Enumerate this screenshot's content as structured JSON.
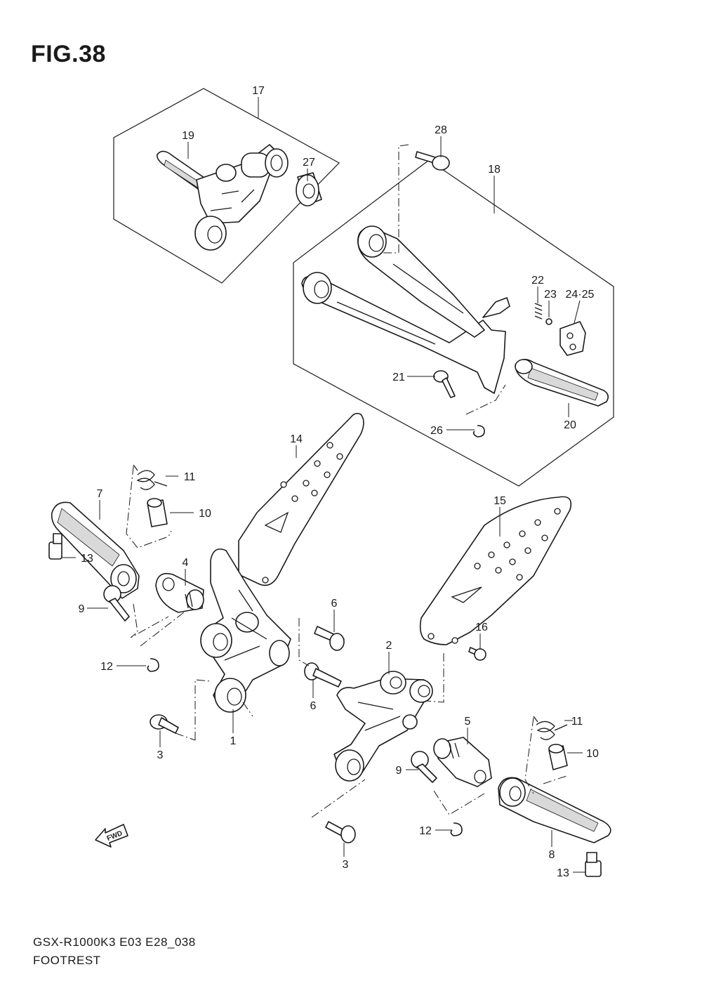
{
  "figure": {
    "title": "FIG.38",
    "footer_code": "GSX-R1000K3 E03 E28_038",
    "footer_name": "FOOTREST",
    "fwd_label": "FWD"
  },
  "callouts": {
    "c1": "1",
    "c2": "2",
    "c3a": "3",
    "c3b": "3",
    "c4": "4",
    "c5": "5",
    "c6a": "6",
    "c6b": "6",
    "c7": "7",
    "c8": "8",
    "c9a": "9",
    "c9b": "9",
    "c10a": "10",
    "c10b": "10",
    "c11a": "11",
    "c11b": "11",
    "c12a": "12",
    "c12b": "12",
    "c13a": "13",
    "c13b": "13",
    "c14": "14",
    "c15": "15",
    "c16": "16",
    "c17": "17",
    "c18": "18",
    "c19": "19",
    "c20": "20",
    "c21": "21",
    "c22": "22",
    "c23": "23",
    "c24_25": "24·25",
    "c26": "26",
    "c27": "27",
    "c28": "28"
  }
}
